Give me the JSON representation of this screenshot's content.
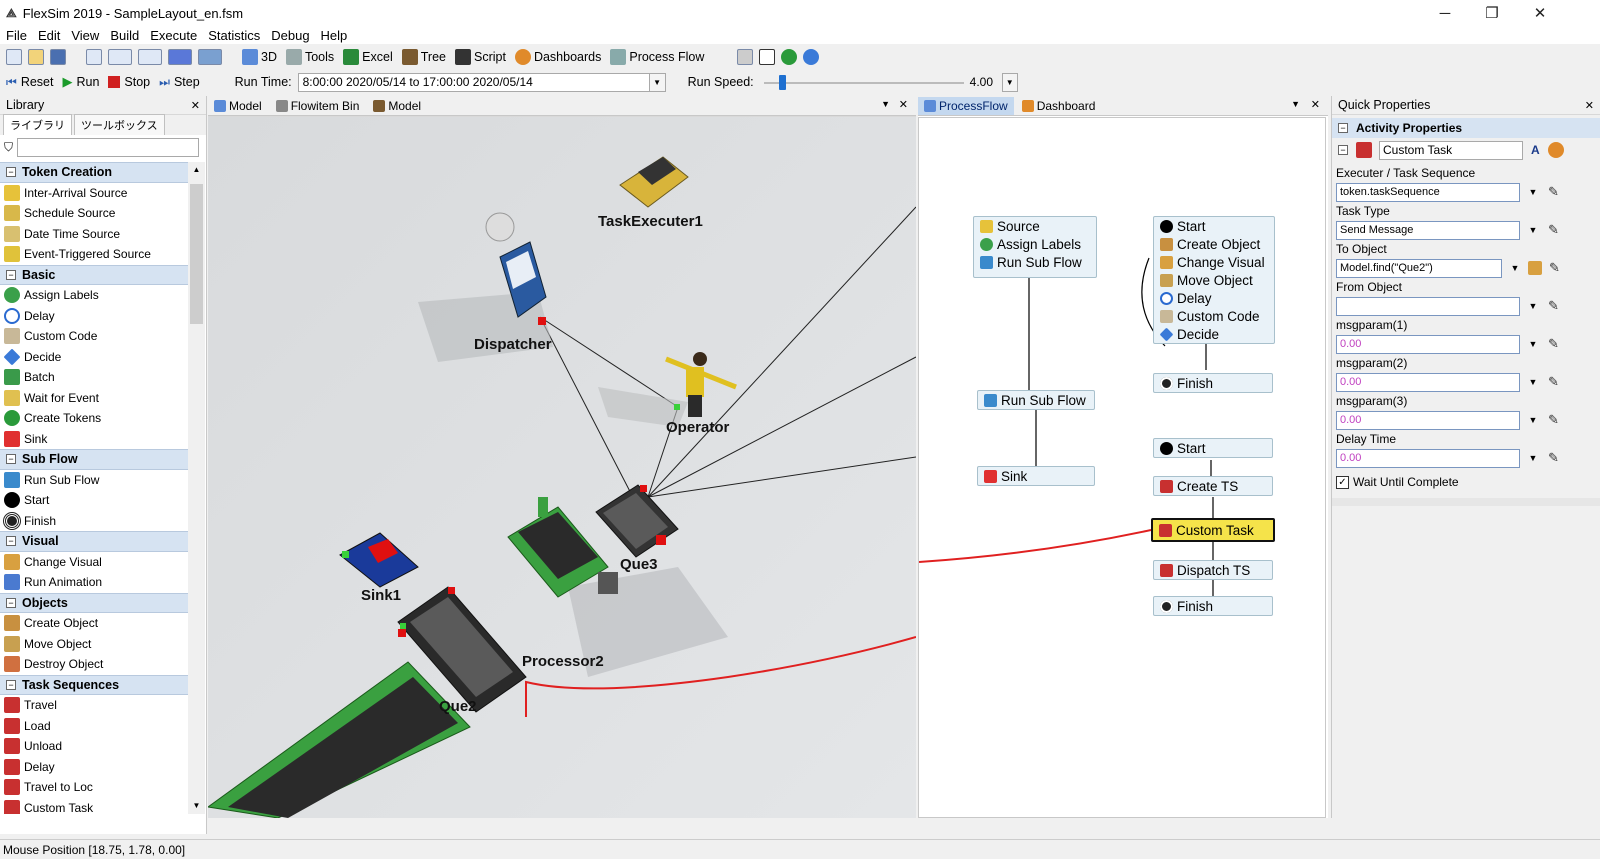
{
  "window": {
    "title": "FlexSim 2019 - SampleLayout_en.fsm",
    "minimize": "─",
    "restore": "❐",
    "close": "✕"
  },
  "menu": [
    "File",
    "Edit",
    "View",
    "Build",
    "Execute",
    "Statistics",
    "Debug",
    "Help"
  ],
  "toolbar": {
    "items": [
      "3D",
      "Tools",
      "Excel",
      "Tree",
      "Script",
      "Dashboards",
      "Process Flow"
    ]
  },
  "runbar": {
    "reset": "Reset",
    "run": "Run",
    "stop": "Stop",
    "step": "Step",
    "run_time_label": "Run Time:",
    "run_time_value": "8:00:00  2020/05/14   to   17:00:00  2020/05/14",
    "run_speed_label": "Run Speed:",
    "run_speed_value": "4.00",
    "run_speed_fraction": 0.08
  },
  "library": {
    "title": "Library",
    "close": "✕",
    "tabs": [
      "ライブラリ",
      "ツールボックス"
    ],
    "categories": [
      {
        "name": "Token Creation",
        "items": [
          "Inter-Arrival Source",
          "Schedule Source",
          "Date Time Source",
          "Event-Triggered Source"
        ]
      },
      {
        "name": "Basic",
        "items": [
          "Assign Labels",
          "Delay",
          "Custom Code",
          "Decide",
          "Batch",
          "Wait for Event",
          "Create Tokens",
          "Sink"
        ]
      },
      {
        "name": "Sub Flow",
        "items": [
          "Run Sub Flow",
          "Start",
          "Finish"
        ]
      },
      {
        "name": "Visual",
        "items": [
          "Change Visual",
          "Run Animation"
        ]
      },
      {
        "name": "Objects",
        "items": [
          "Create Object",
          "Move Object",
          "Destroy Object"
        ]
      },
      {
        "name": "Task Sequences",
        "items": [
          "Travel",
          "Load",
          "Unload",
          "Delay",
          "Travel to Loc",
          "Custom Task"
        ]
      }
    ]
  },
  "model_tabs": [
    "Model",
    "Flowitem Bin",
    "Model"
  ],
  "model_labels": {
    "task_executer": "TaskExecuter1",
    "dispatcher": "Dispatcher",
    "operator": "Operator",
    "que3": "Que3",
    "sink1": "Sink1",
    "processor2": "Processor2",
    "que2": "Que2"
  },
  "pf_tabs": [
    "ProcessFlow",
    "Dashboard"
  ],
  "processflow": {
    "block1": [
      "Source",
      "Assign Labels",
      "Run Sub Flow"
    ],
    "run_sub_flow": "Run Sub Flow",
    "sink": "Sink",
    "block2": [
      "Start",
      "Create Object",
      "Change Visual",
      "Move Object",
      "Delay",
      "Custom Code",
      "Decide"
    ],
    "finish1": "Finish",
    "start2": "Start",
    "create_ts": "Create TS",
    "custom_task": "Custom Task",
    "dispatch_ts": "Dispatch TS",
    "finish2": "Finish"
  },
  "quick": {
    "title": "Quick Properties",
    "close": "✕",
    "section": "Activity Properties",
    "activity_name": "Custom Task",
    "fields": [
      {
        "label": "Executer / Task Sequence",
        "value": "token.taskSequence"
      },
      {
        "label": "Task Type",
        "value": "Send Message"
      },
      {
        "label": "To Object",
        "value": "Model.find(\"Que2\")"
      },
      {
        "label": "From Object",
        "value": ""
      },
      {
        "label": "msgparam(1)",
        "value": "0.00"
      },
      {
        "label": "msgparam(2)",
        "value": "0.00"
      },
      {
        "label": "msgparam(3)",
        "value": "0.00"
      },
      {
        "label": "Delay Time",
        "value": "0.00"
      }
    ],
    "wait_label": "Wait Until Complete",
    "wait_checked": true
  },
  "status": "Mouse Position [18.75, 1.78, 0.00]",
  "colors": {
    "accent": "#c4d8ef",
    "category": "#d6e3f2",
    "block": "#e9f2f8",
    "highlight": "#f5e34a",
    "redline": "#e02020"
  }
}
